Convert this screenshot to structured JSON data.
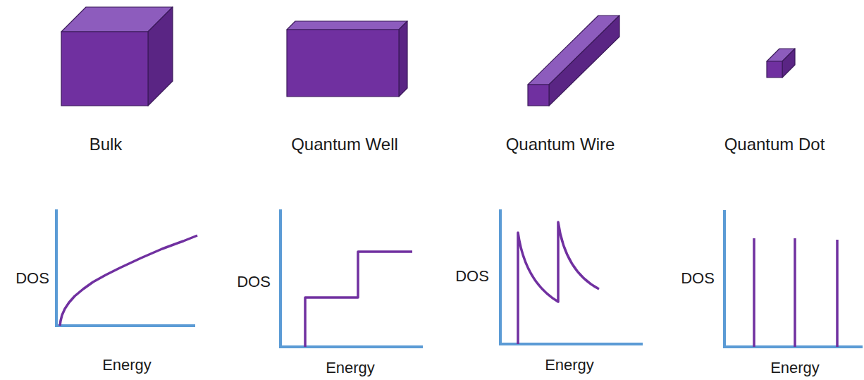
{
  "diagram": {
    "labels": [
      "Bulk",
      "Quantum Well",
      "Quantum Wire",
      "Quantum Dot",
      "DOS",
      "Energy",
      "DOS",
      "Energy",
      "DOS",
      "Energy",
      "DOS",
      "Energy"
    ]
  }
}
